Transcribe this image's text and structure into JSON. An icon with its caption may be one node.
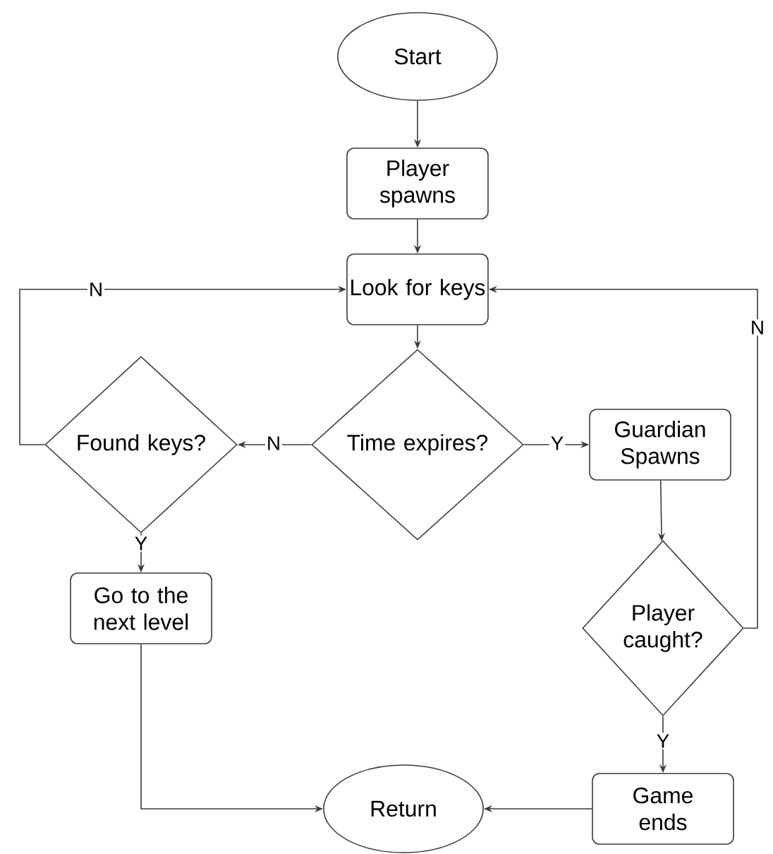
{
  "diagram": {
    "nodes": [
      {
        "text": [
          "Start"
        ]
      },
      {
        "text": [
          "Player spawns"
        ]
      },
      {
        "text": [
          "Look for keys"
        ]
      },
      {
        "text": [
          "Time expires?"
        ]
      },
      {
        "text": [
          "Found keys?"
        ]
      },
      {
        "text": [
          "Guardian Spawns"
        ]
      },
      {
        "text": [
          "Player caught?"
        ]
      },
      {
        "text": [
          "Go to the next level"
        ]
      },
      {
        "text": [
          "Return"
        ]
      },
      {
        "text": [
          "Game ends"
        ]
      }
    ],
    "edges": [
      {
        "from": 0,
        "to": 1,
        "arrow": "to"
      },
      {
        "from": 1,
        "to": 2,
        "arrow": "to"
      },
      {
        "from": 2,
        "to": 3,
        "arrow": "to"
      },
      {
        "from": 3,
        "to": 4,
        "arrow": "to",
        "label": "N"
      },
      {
        "from": 3,
        "to": 5,
        "arrow": "to",
        "label": "Y"
      },
      {
        "from": 4,
        "to": 2,
        "arrow": "to",
        "label": "N"
      },
      {
        "from": 4,
        "to": 7,
        "arrow": "to",
        "label": "Y"
      },
      {
        "from": 5,
        "to": 6,
        "arrow": "to"
      },
      {
        "from": 6,
        "to": 2,
        "arrow": "to",
        "label": "N"
      },
      {
        "from": 6,
        "to": 9,
        "arrow": "to",
        "label": "Y"
      },
      {
        "from": 7,
        "to": 8,
        "arrow": "to"
      },
      {
        "from": 9,
        "to": 8,
        "arrow": "to"
      }
    ]
  }
}
